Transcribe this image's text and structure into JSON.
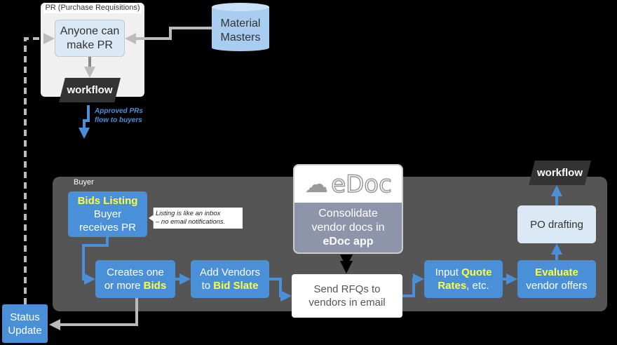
{
  "pr_group": {
    "title": "PR (Purchase Requisitions)",
    "make_pr": "Anyone can make PR",
    "workflow": "workflow",
    "approved_note": [
      "Approved PRs",
      "flow to buyers"
    ]
  },
  "material_masters": "Material Masters",
  "buyer_group": {
    "title": "Buyer",
    "bids_listing": {
      "highlight": "Bids Listing",
      "text1": "Buyer",
      "text2": "receives PR"
    },
    "callout": [
      "Listing is like an inbox",
      "– no email notifications."
    ],
    "creates": {
      "text1": "Creates one",
      "text2": "or more ",
      "highlight": "Bids"
    },
    "add_vendors": {
      "text1": "Add Vendors",
      "text2": "to ",
      "highlight": "Bid Slate"
    },
    "send_rfqs": "Send RFQs to vendors in email",
    "input_quote": {
      "text1": "Input ",
      "highlight1": "Quote",
      "highlight2": "Rates",
      "text2": ", etc."
    },
    "evaluate": {
      "highlight": "Evaluate",
      "text": "vendor offers"
    },
    "po_drafting": "PO drafting",
    "workflow": "workflow"
  },
  "edoc": {
    "logo": "eDoc",
    "text": [
      "Consolidate",
      "vendor docs in",
      "eDoc app"
    ]
  },
  "status_update": [
    "Status",
    "Update"
  ],
  "colors": {
    "blue": "#4a90d9",
    "highlight": "#ffff3c",
    "light_blue": "#dbe8f5",
    "buyer_bg": "#555555",
    "edoc_panel": "#8e95aa"
  }
}
